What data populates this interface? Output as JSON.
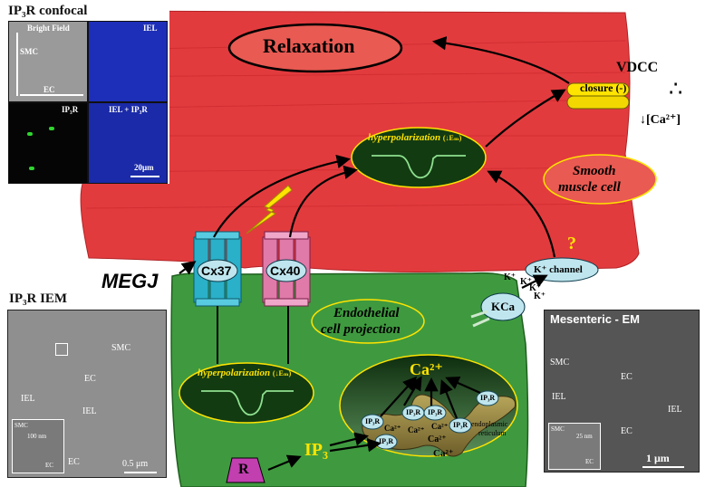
{
  "colors": {
    "smooth_muscle": "#e23b3e",
    "endothelium": "#3f9a3f",
    "oval_dark": "#123b12",
    "yellow": "#ffe400",
    "cx37": "#2ab0c8",
    "cx40": "#e07aa8",
    "er": "#8c7a3a",
    "receptor": "#c23fb0"
  },
  "diagram": {
    "relaxation": "Relaxation",
    "vdcc": "VDCC",
    "closure": "closure (-)",
    "therefore": "∴",
    "ca_down": "↓[Ca²⁺]",
    "hyper_sm": "hyperpolarization",
    "hyper_sm_sub": "(↓Eₘ)",
    "hyper_ec": "hyperpolarization",
    "hyper_ec_sub": "(↓Eₘ)",
    "smooth_muscle_line1": "Smooth",
    "smooth_muscle_line2": "muscle cell",
    "question": "?",
    "k_channel": "K⁺ channel",
    "k_ions": [
      "K⁺",
      "K⁺",
      "K⁺",
      "K⁺"
    ],
    "kca": "KCa",
    "megj": "MEGJ",
    "cx37": "Cx37",
    "cx40": "Cx40",
    "endo_line1": "Endothelial",
    "endo_line2": "cell projection",
    "ca_big": "Ca²⁺",
    "ca_small": [
      "Ca²⁺",
      "Ca²⁺",
      "Ca²⁺",
      "Ca²⁺",
      "Ca²⁺"
    ],
    "ip3r": [
      "IP₃R",
      "IP₃R",
      "IP₃R",
      "IP₃R",
      "IP₃R",
      "IP₃R"
    ],
    "er_line1": "endoplasmic",
    "er_line2": "reticulum",
    "ip3": "IP₃",
    "receptor": "R"
  },
  "confocal": {
    "title": "IP₃R confocal",
    "bright_field": "Bright Field",
    "smc": "SMC",
    "ec": "EC",
    "iel": "IEL",
    "ip3r": "IP₃R",
    "iel_ip3r": "IEL + IP₃R",
    "scale": "20μm"
  },
  "iem": {
    "title": "IP₃R IEM",
    "smc": "SMC",
    "ec": "EC",
    "iel_left": "IEL",
    "iel_mid": "IEL",
    "ec_bottom": "EC",
    "inset_smc": "SMC",
    "inset_scale": "100 nm",
    "inset_ec": "EC",
    "scale": "0.5 μm"
  },
  "em": {
    "title": "Mesenteric - EM",
    "smc": "SMC",
    "ec_top": "EC",
    "iel_left": "IEL",
    "iel_right": "IEL",
    "ec_bottom": "EC",
    "inset_smc": "SMC",
    "inset_scale": "25 nm",
    "inset_ec": "EC",
    "scale": "1 μm"
  }
}
